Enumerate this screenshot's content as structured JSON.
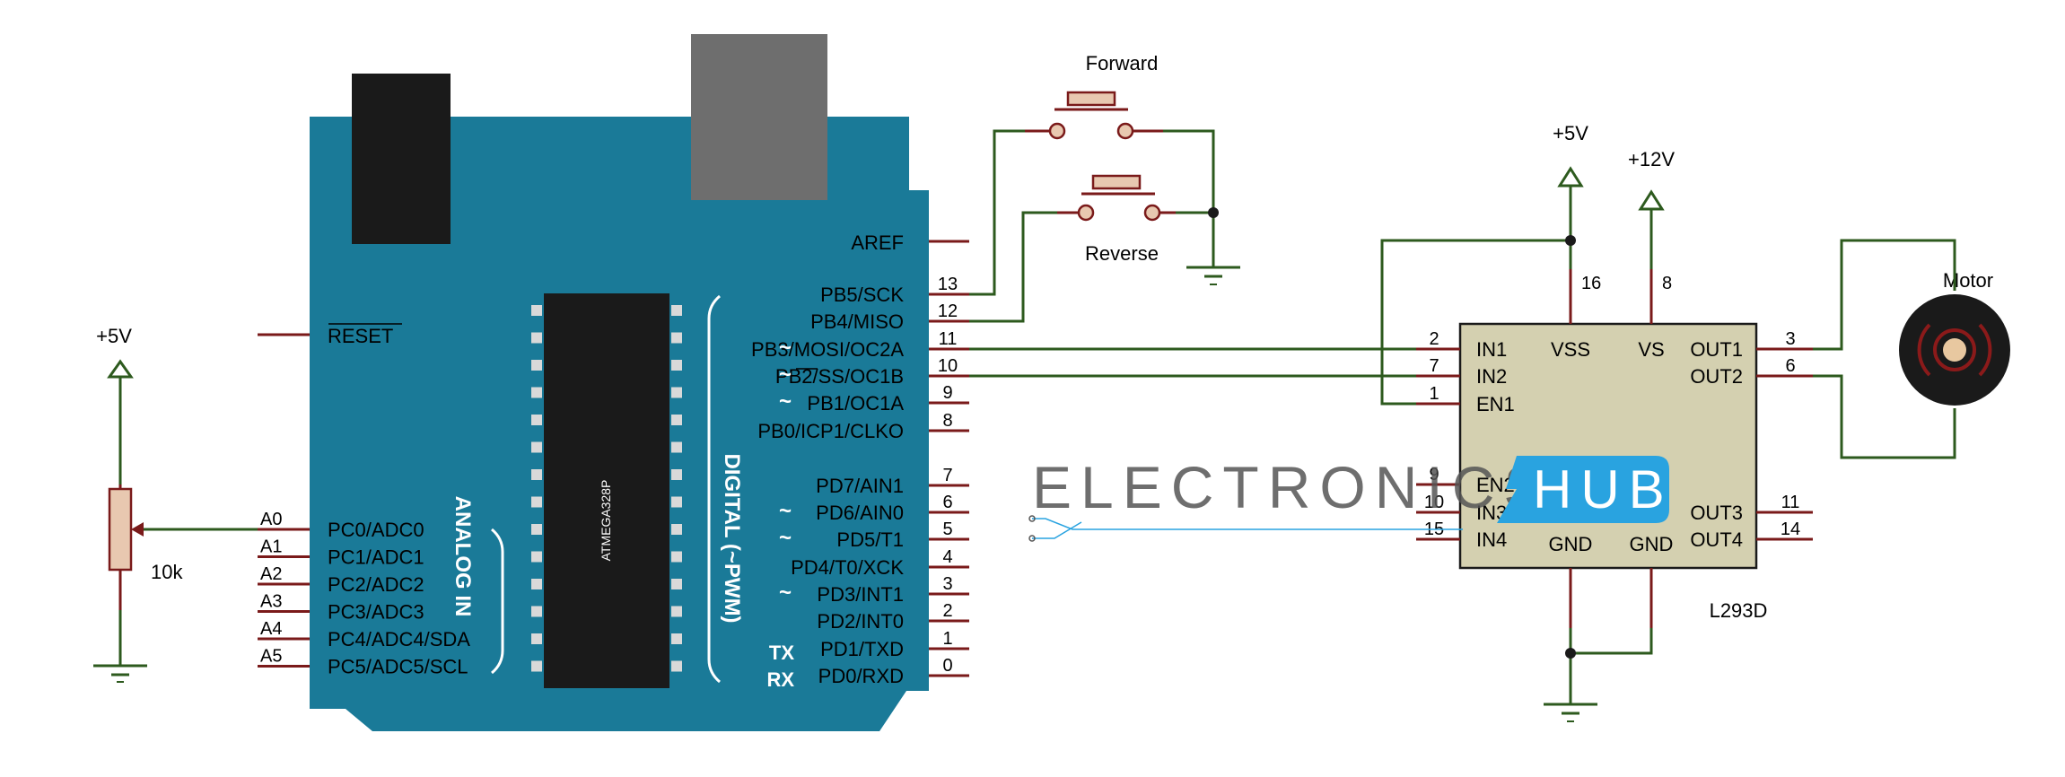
{
  "colors": {
    "board": "#1a7a98",
    "board_dark": "#0f5f78",
    "usb": "#6e6e6e",
    "jack": "#1a1a1a",
    "chip": "#1a1a1a",
    "chip_pin": "#d9d9d9",
    "wire": "#2d5a1e",
    "pin_line": "#7a1a1a",
    "l293d_body": "#d4d0b0",
    "switch_body": "#e8c8b0",
    "switch_border": "#7a1a1a",
    "motor": "#1a1a1a",
    "motor_ring": "#8b1a1a",
    "motor_hub": "#e8c8a0",
    "text": "#000000",
    "white_text": "#ffffff",
    "logo_gray": "#555555",
    "logo_blue": "#29a3e0",
    "probe_blue": "#29a3e0"
  },
  "arduino": {
    "chip_label": "ATMEGA328P",
    "analog_label": "ANALOG IN",
    "digital_label": "DIGITAL (~PWM)",
    "reset_label": "RESET",
    "aref_label": "AREF",
    "tx_label": "TX",
    "rx_label": "RX",
    "analog_pins": [
      {
        "num": "A0",
        "name": "PC0/ADC0"
      },
      {
        "num": "A1",
        "name": "PC1/ADC1"
      },
      {
        "num": "A2",
        "name": "PC2/ADC2"
      },
      {
        "num": "A3",
        "name": "PC3/ADC3"
      },
      {
        "num": "A4",
        "name": "PC4/ADC4/SDA"
      },
      {
        "num": "A5",
        "name": "PC5/ADC5/SCL"
      }
    ],
    "digital_pins": [
      {
        "num": "13",
        "name": "PB5/SCK",
        "tilde": ""
      },
      {
        "num": "12",
        "name": "PB4/MISO",
        "tilde": ""
      },
      {
        "num": "11",
        "name": "PB3/MOSI/OC2A",
        "tilde": "~"
      },
      {
        "num": "10",
        "name": "PB2/SS/OC1B",
        "tilde": "~"
      },
      {
        "num": "9",
        "name": "PB1/OC1A",
        "tilde": "~"
      },
      {
        "num": "8",
        "name": "PB0/ICP1/CLKO",
        "tilde": ""
      },
      {
        "num": "7",
        "name": "PD7/AIN1",
        "tilde": ""
      },
      {
        "num": "6",
        "name": "PD6/AIN0",
        "tilde": "~"
      },
      {
        "num": "5",
        "name": "PD5/T1",
        "tilde": "~"
      },
      {
        "num": "4",
        "name": "PD4/T0/XCK",
        "tilde": ""
      },
      {
        "num": "3",
        "name": "PD3/INT1",
        "tilde": "~"
      },
      {
        "num": "2",
        "name": "PD2/INT0",
        "tilde": ""
      },
      {
        "num": "1",
        "name": "PD1/TXD",
        "tilde": ""
      },
      {
        "num": "0",
        "name": "PD0/RXD",
        "tilde": ""
      }
    ]
  },
  "switches": {
    "forward_label": "Forward",
    "reverse_label": "Reverse"
  },
  "potentiometer": {
    "supply_label": "+5V",
    "value_label": "10k"
  },
  "power": {
    "vss_supply": "+5V",
    "vs_supply": "+12V"
  },
  "l293d": {
    "part_label": "L293D",
    "left_pins": [
      {
        "num": "2",
        "name": "IN1"
      },
      {
        "num": "7",
        "name": "IN2"
      },
      {
        "num": "1",
        "name": "EN1"
      },
      {
        "num": "9",
        "name": "EN2"
      },
      {
        "num": "10",
        "name": "IN3"
      },
      {
        "num": "15",
        "name": "IN4"
      }
    ],
    "right_pins": [
      {
        "num": "3",
        "name": "OUT1"
      },
      {
        "num": "6",
        "name": "OUT2"
      },
      {
        "num": "11",
        "name": "OUT3"
      },
      {
        "num": "14",
        "name": "OUT4"
      }
    ],
    "top_pins": [
      {
        "num": "16",
        "name": "VSS"
      },
      {
        "num": "8",
        "name": "VS"
      }
    ],
    "bottom_labels": [
      "GND",
      "GND"
    ]
  },
  "motor": {
    "label": "Motor"
  },
  "watermark": {
    "left": "ELECTRONICS",
    "right": "HUB"
  }
}
